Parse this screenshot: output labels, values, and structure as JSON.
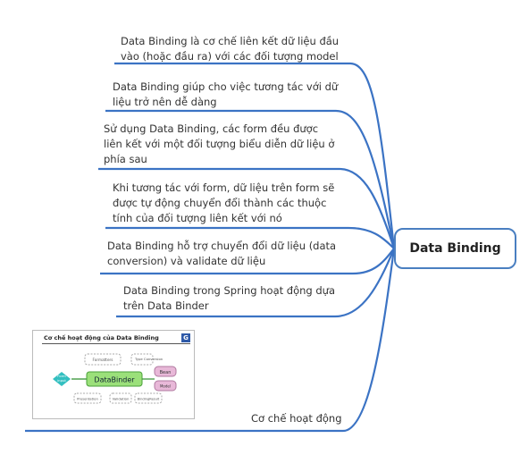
{
  "central": {
    "label": "Data Binding"
  },
  "branches": [
    {
      "lines": [
        "Data Binding là cơ chế liên kết dữ liệu đầu",
        "vào (hoặc đầu ra) với các đối tượng model"
      ]
    },
    {
      "lines": [
        "Data Binding giúp cho việc tương tác với dữ",
        "liệu trở nên dễ dàng"
      ]
    },
    {
      "lines": [
        "Sử dụng Data Binding, các form đều được",
        "liên kết với một đối tượng biểu diễn dữ liệu ở",
        "phía sau"
      ]
    },
    {
      "lines": [
        "Khi tương tác với form, dữ liệu trên form sẽ",
        "được tự động chuyển đổi thành các thuộc",
        "tính của đối tượng liên kết với nó"
      ]
    },
    {
      "lines": [
        "Data Binding hỗ trợ chuyển đổi dữ liệu (data",
        "conversion) và validate dữ liệu"
      ]
    },
    {
      "lines": [
        "Data Binding trong Spring hoạt động dựa",
        "trên Data Binder"
      ]
    },
    {
      "lines": [
        "Cơ chế hoạt động"
      ]
    }
  ],
  "thumbnail": {
    "title": "Cơ chế hoạt động của Data Binding",
    "logo": "G",
    "center_label": "DataBinder",
    "left_label_1": "Form",
    "left_label_2": "input",
    "right_label_1": "Bean",
    "right_label_2": "Model",
    "small_labels": [
      "Formatters",
      "Type Conversion",
      "Presentation",
      "Validation",
      "BindingResult"
    ]
  },
  "colors": {
    "branch": "#3b73c4",
    "central_border": "#4a7fc1",
    "thumb_green": "#9be07a",
    "thumb_cyan": "#33bfc0",
    "thumb_pink": "#e8b8d8"
  }
}
